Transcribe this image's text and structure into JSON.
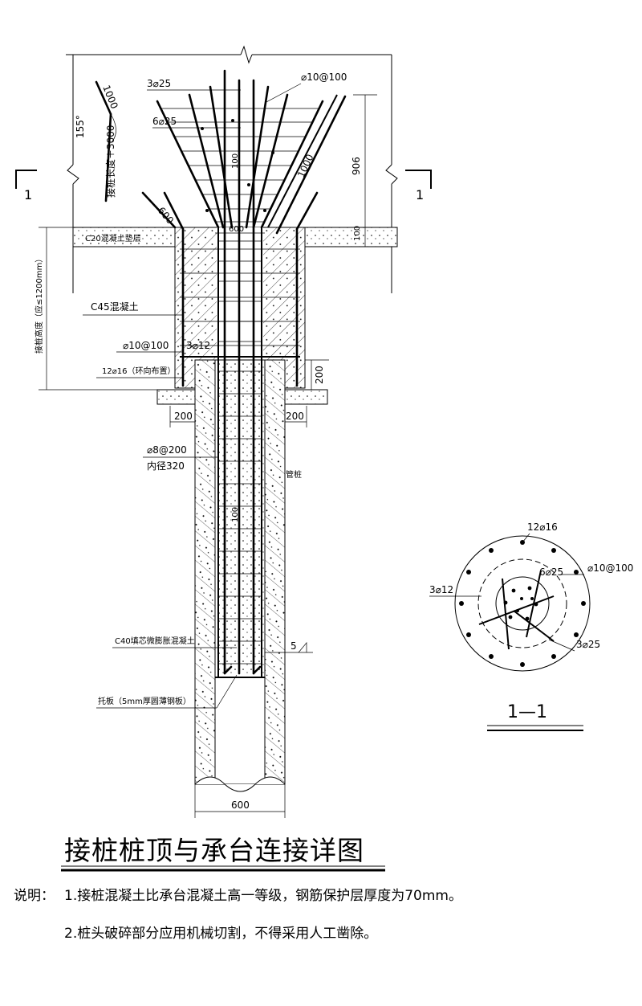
{
  "labels": {
    "bar_3d25": "3⌀25",
    "bar_6d25": "6⌀25",
    "stirrup_d10_top": "⌀10@100",
    "hook_1000": "1000",
    "hook_155": "155°",
    "bar_length": "接桩长度＋3000",
    "dim_100_top": "100",
    "dim_1000_diag": "1000",
    "dim_906": "906",
    "dim_100_right": "100",
    "dim_600_diag": "600",
    "dim_600_top": "600",
    "c20": "C20混凝土垫层",
    "c45": "C45混凝土",
    "joint_height": "接桩高度（应≤1200mm）",
    "stirrup_d10": "⌀10@100",
    "bar_3d12": "3⌀12",
    "bar_12d16": "12⌀16（环向布置）",
    "dim_200_right": "200",
    "dim_200_left": "200",
    "dim_200_right2": "200",
    "spiral_d8": "⌀8@200",
    "inner_dia": "内径320",
    "pipe_pile": "管桩",
    "dim_100_pile": "100",
    "c40_fill": "C40填芯微膨胀混凝土",
    "weld_5": "5",
    "plate": "托板（5mm厚圆薄钢板）",
    "dim_600_bottom": "600",
    "section_mark_left": "1",
    "section_mark_right": "1",
    "sec_12d16": "12⌀16",
    "sec_d10": "⌀10@100",
    "sec_6d25": "6⌀25",
    "sec_3d12": "3⌀12",
    "sec_3d25": "3⌀25",
    "sec_title": "1—1"
  },
  "title": "接桩桩顶与承台连接详图",
  "notes": {
    "heading": "说明：",
    "items": [
      "1.接桩混凝土比承台混凝土高一等级，钢筋保护层厚度为70mm。",
      "2.桩头破碎部分应用机械切割，不得采用人工凿除。"
    ]
  }
}
